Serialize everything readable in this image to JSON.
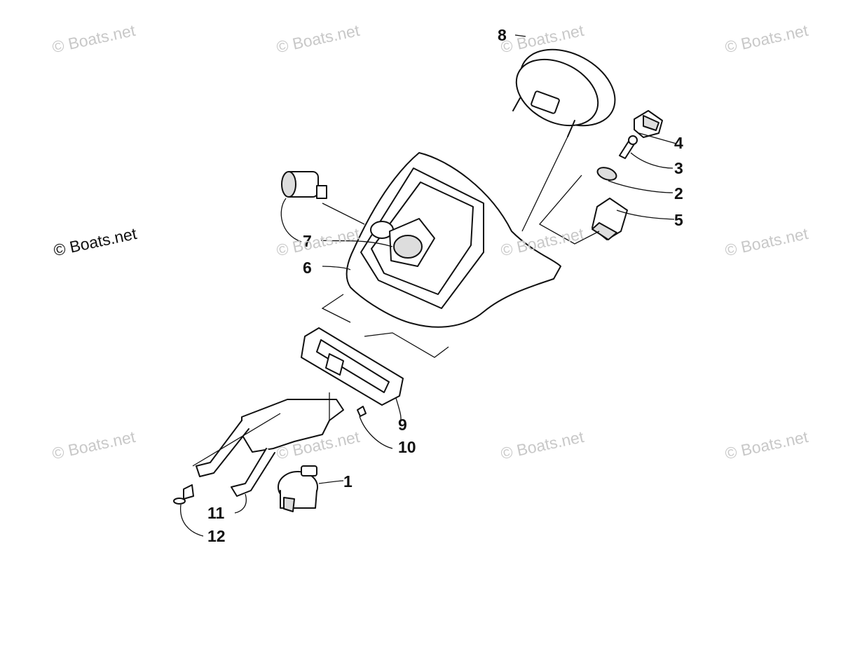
{
  "watermark": {
    "text": "© Boats.net",
    "prominent_text": "© Boats.net"
  },
  "callouts": {
    "c1": "1",
    "c2": "2",
    "c3": "3",
    "c4": "4",
    "c5": "5",
    "c6": "6",
    "c7": "7",
    "c8": "8",
    "c9": "9",
    "c10": "10",
    "c11": "11",
    "c12": "12"
  }
}
